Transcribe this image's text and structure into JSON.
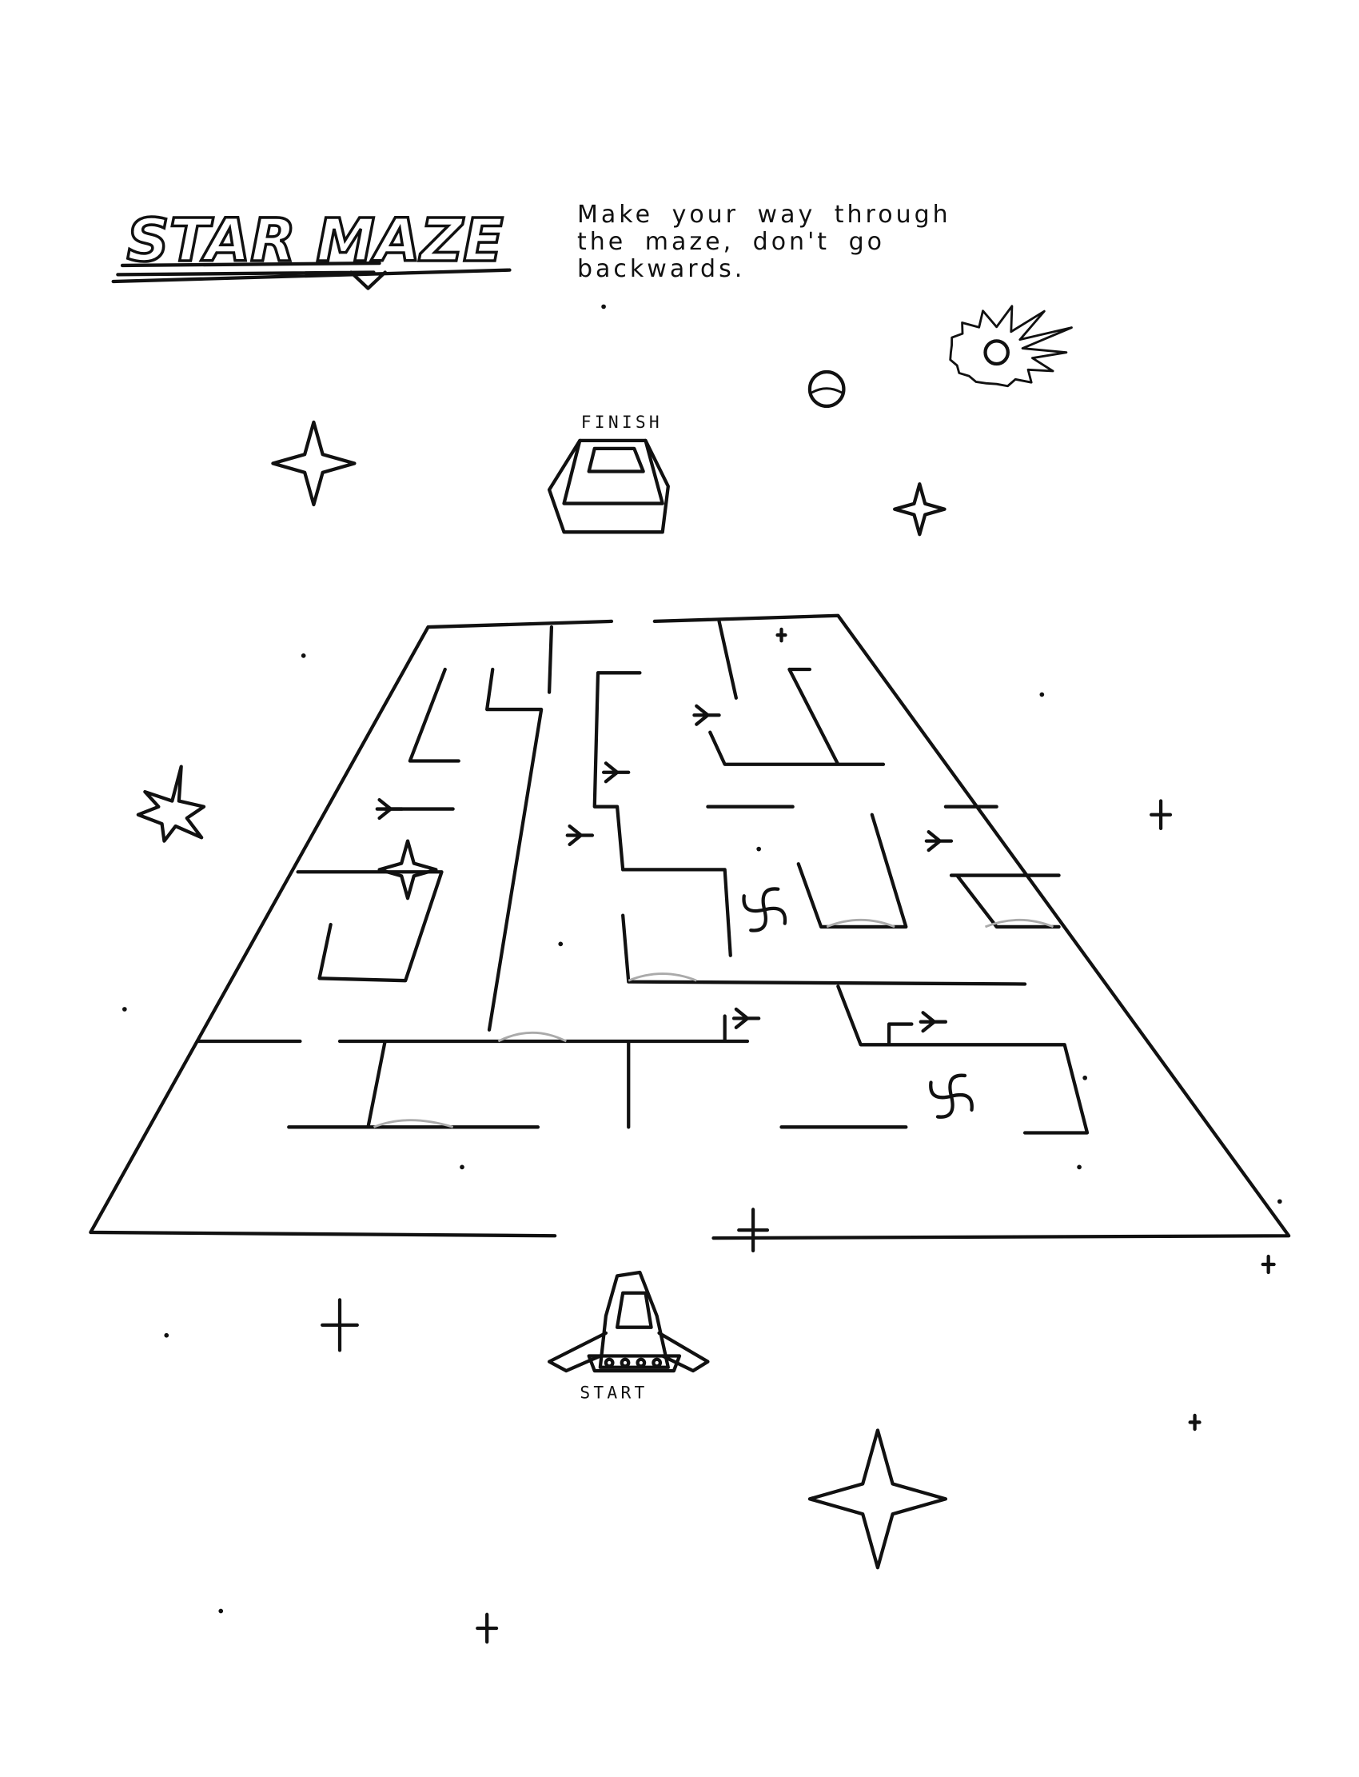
{
  "title": {
    "logo_text": "STAR MAZE"
  },
  "instructions": "Make your way through the maze, don't go backwards.",
  "labels": {
    "finish": "FINISH",
    "start": "START"
  },
  "colors": {
    "ink": "#111111",
    "paper": "#ffffff",
    "shading": "#aaaaaa"
  },
  "icons": [
    "finish-spaceship-icon",
    "start-spaceship-icon",
    "star-icon",
    "planet-icon",
    "sun-burst-icon",
    "black-hole-icon",
    "alien-plant-icon"
  ]
}
